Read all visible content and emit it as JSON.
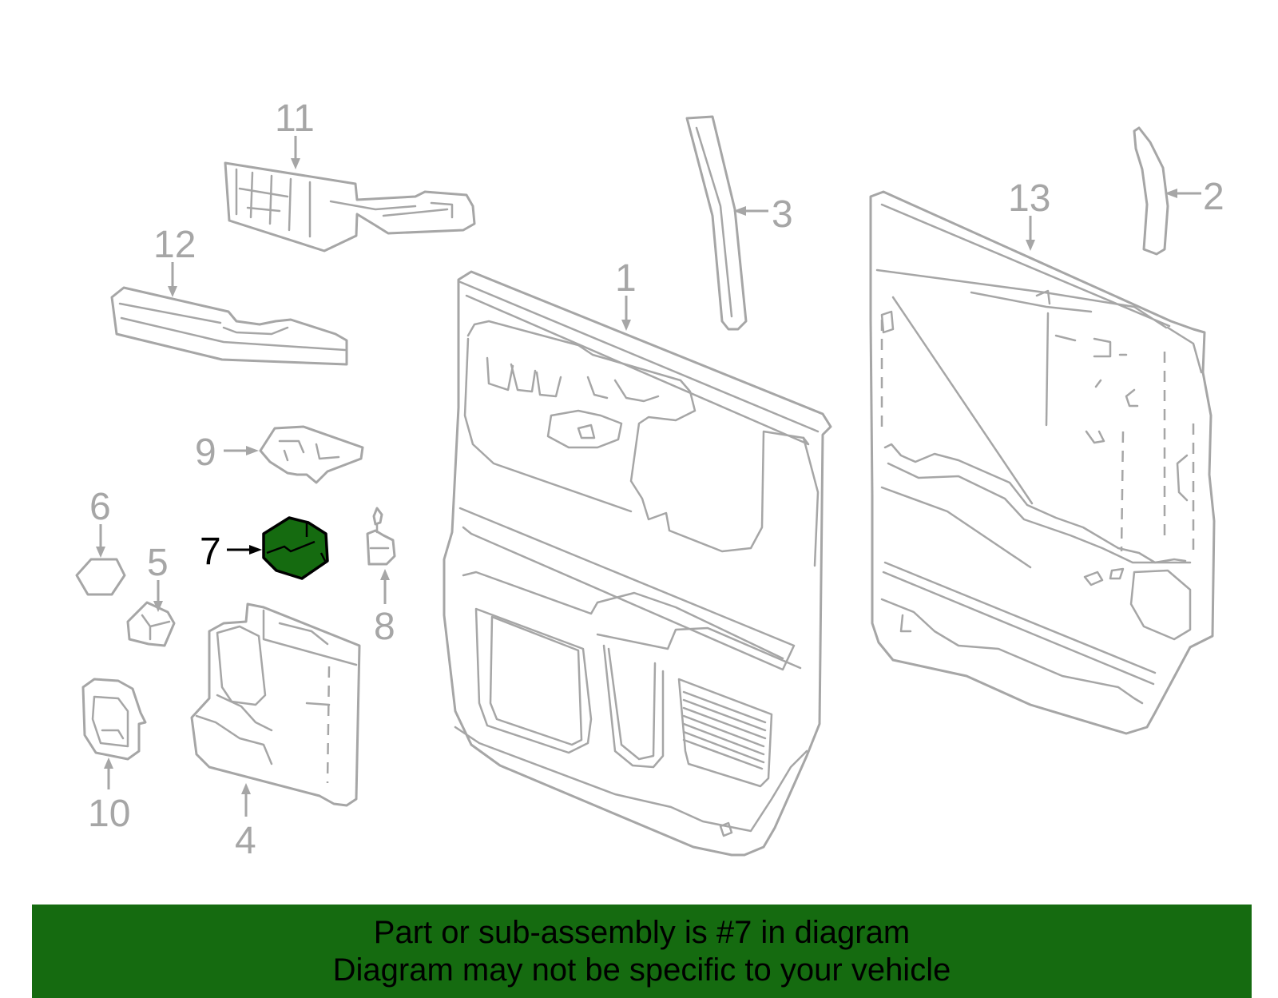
{
  "highlight": {
    "part_number": "7",
    "color": "#156b10"
  },
  "callouts": {
    "c1": "1",
    "c2": "2",
    "c3": "3",
    "c4": "4",
    "c5": "5",
    "c6": "6",
    "c7": "7",
    "c8": "8",
    "c9": "9",
    "c10": "10",
    "c11": "11",
    "c12": "12",
    "c13": "13"
  },
  "banner": {
    "line1": "Part or sub-assembly is #7 in diagram",
    "line2": "Diagram may not be specific to your vehicle",
    "color": "#156b10"
  }
}
